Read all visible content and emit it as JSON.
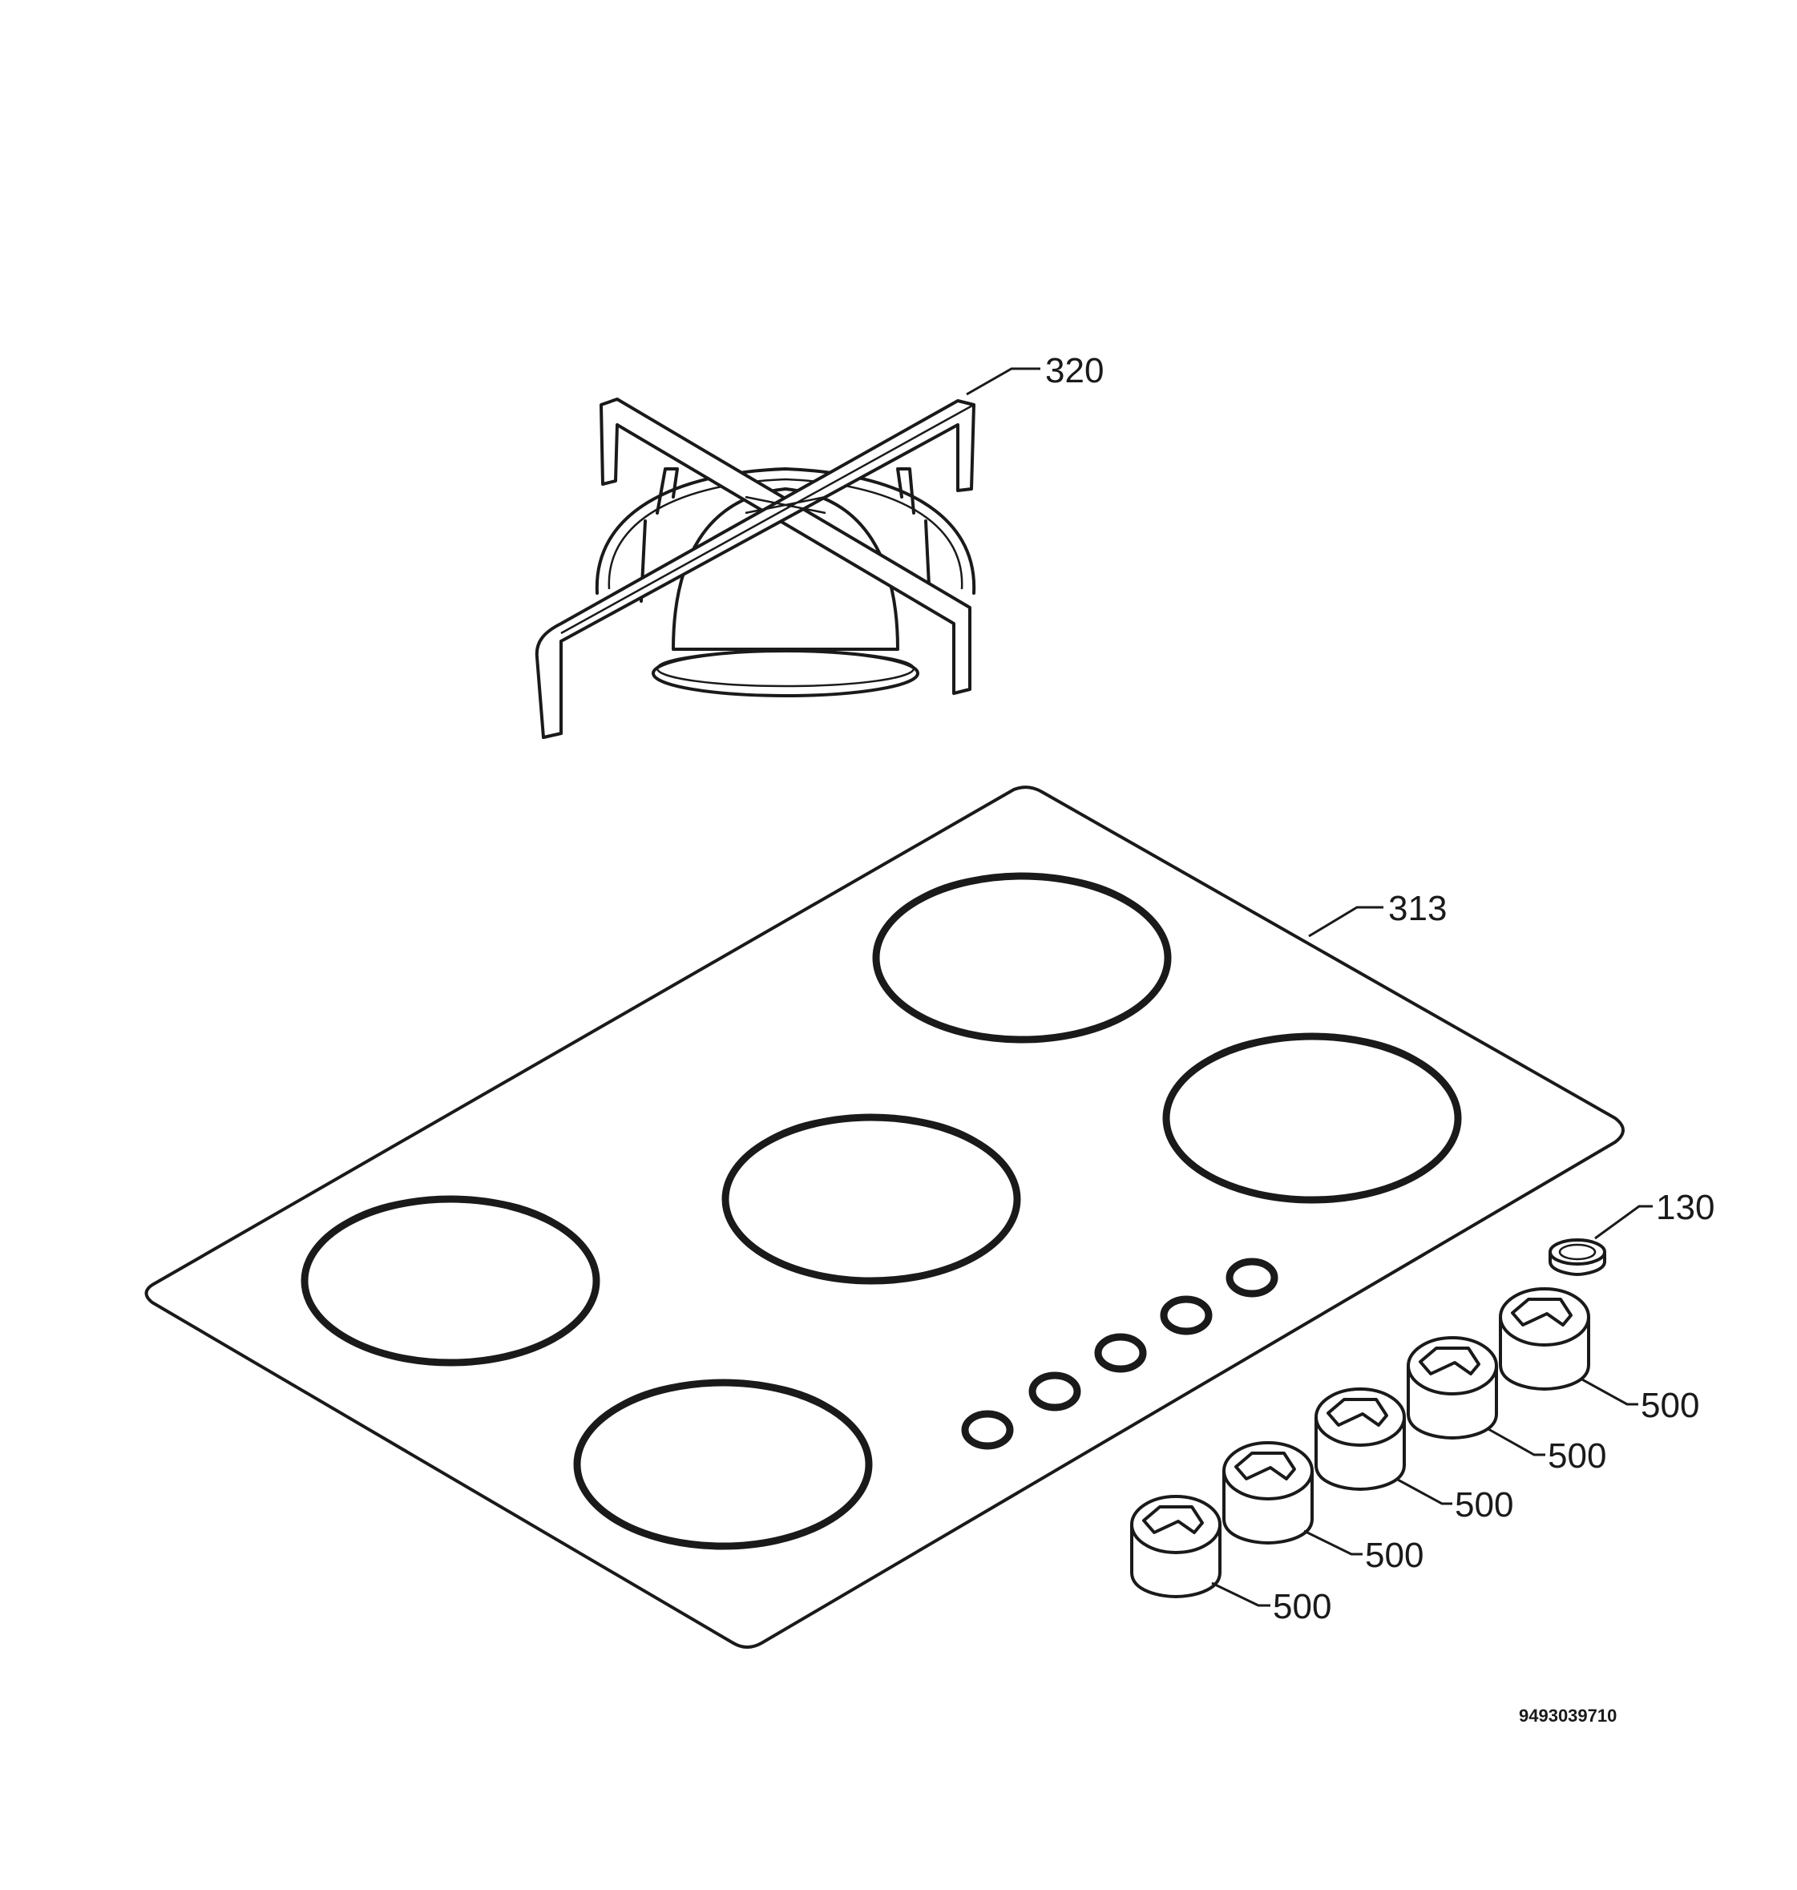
{
  "labels": {
    "pan_support": "320",
    "hob_top": "313",
    "knob_ring": "130",
    "knob_1": "500",
    "knob_2": "500",
    "knob_3": "500",
    "knob_4": "500",
    "knob_5": "500"
  },
  "document_id": "9493039710"
}
